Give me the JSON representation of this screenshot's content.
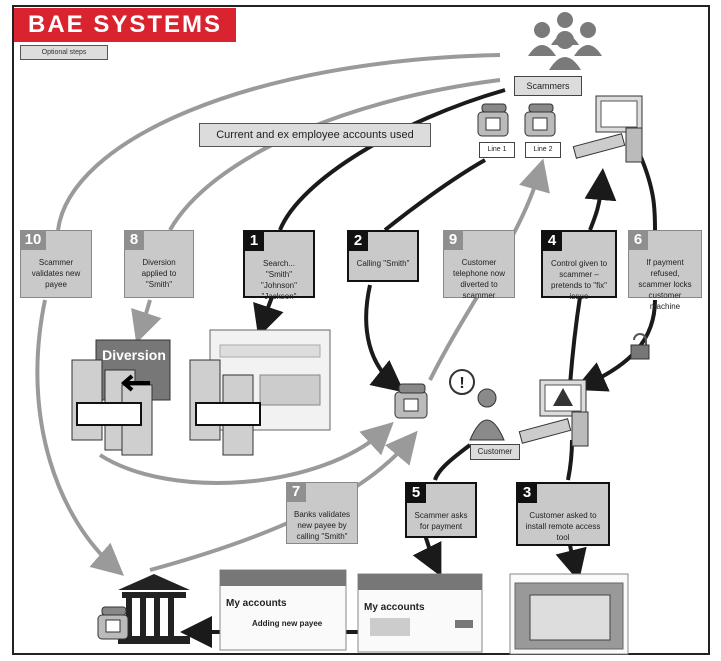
{
  "header": {
    "logo_text": "BAE SYSTEMS",
    "optional_steps": "Optional steps"
  },
  "callout": "Current and ex employee accounts used",
  "labels": {
    "scammers": "Scammers",
    "line1": "Line 1",
    "line2": "Line 2",
    "customer": "Customer",
    "diversion": "Diversion"
  },
  "steps": [
    {
      "num": "1",
      "text": "Search... \"Smith\" \"Johnson\" \"Jackson\""
    },
    {
      "num": "2",
      "text": "Calling \"Smith\""
    },
    {
      "num": "3",
      "text": "Customer asked to install remote access tool"
    },
    {
      "num": "4",
      "text": "Control given to scammer – pretends to \"fix\" issue"
    },
    {
      "num": "5",
      "text": "Scammer asks for payment"
    },
    {
      "num": "6",
      "text": "If payment refused, scammer locks customer machine"
    },
    {
      "num": "7",
      "text": "Banks validates new payee by calling \"Smith\""
    },
    {
      "num": "8",
      "text": "Diversion applied to \"Smith\""
    },
    {
      "num": "9",
      "text": "Customer telephone now diverted to scammer"
    },
    {
      "num": "10",
      "text": "Scammer validates new payee"
    }
  ],
  "screens": {
    "my_accounts": "My accounts",
    "adding_new_payee": "Adding new payee"
  },
  "colors": {
    "brand_red": "#d9232e",
    "dark_arrow": "#1a1a1a",
    "light_arrow": "#9a9a9a"
  }
}
